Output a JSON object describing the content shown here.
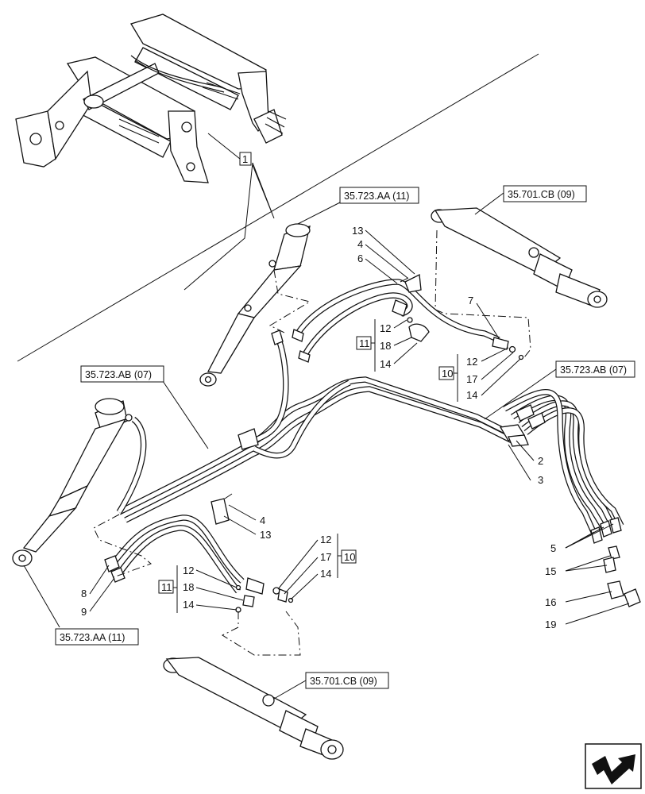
{
  "refs": {
    "frame_callout": "1",
    "cyl_top_ref": "35.723.AA (11)",
    "boom_top_ref": "35.701.CB (09)",
    "hose_left_ref": "35.723.AB (07)",
    "hose_right_ref": "35.723.AB (07)",
    "cyl_bottom_ref": "35.723.AA (11)",
    "boom_bottom_ref": "35.701.CB (09)"
  },
  "callouts": {
    "c13a": "13",
    "c4a": "4",
    "c6": "6",
    "g11a": "11",
    "c12a": "12",
    "c18a": "18",
    "c14a": "14",
    "c7": "7",
    "g10a": "10",
    "c12b": "12",
    "c17a": "17",
    "c14b": "14",
    "c2": "2",
    "c3": "3",
    "c4b": "4",
    "c13b": "13",
    "g10b": "10",
    "c12c": "12",
    "c17b": "17",
    "c14c": "14",
    "g11b": "11",
    "c12d": "12",
    "c18b": "18",
    "c14d": "14",
    "c8": "8",
    "c9": "9",
    "c5": "5",
    "c15": "15",
    "c16": "16",
    "c19": "19"
  },
  "icons": {
    "nav": "next-page-arrow-icon"
  }
}
